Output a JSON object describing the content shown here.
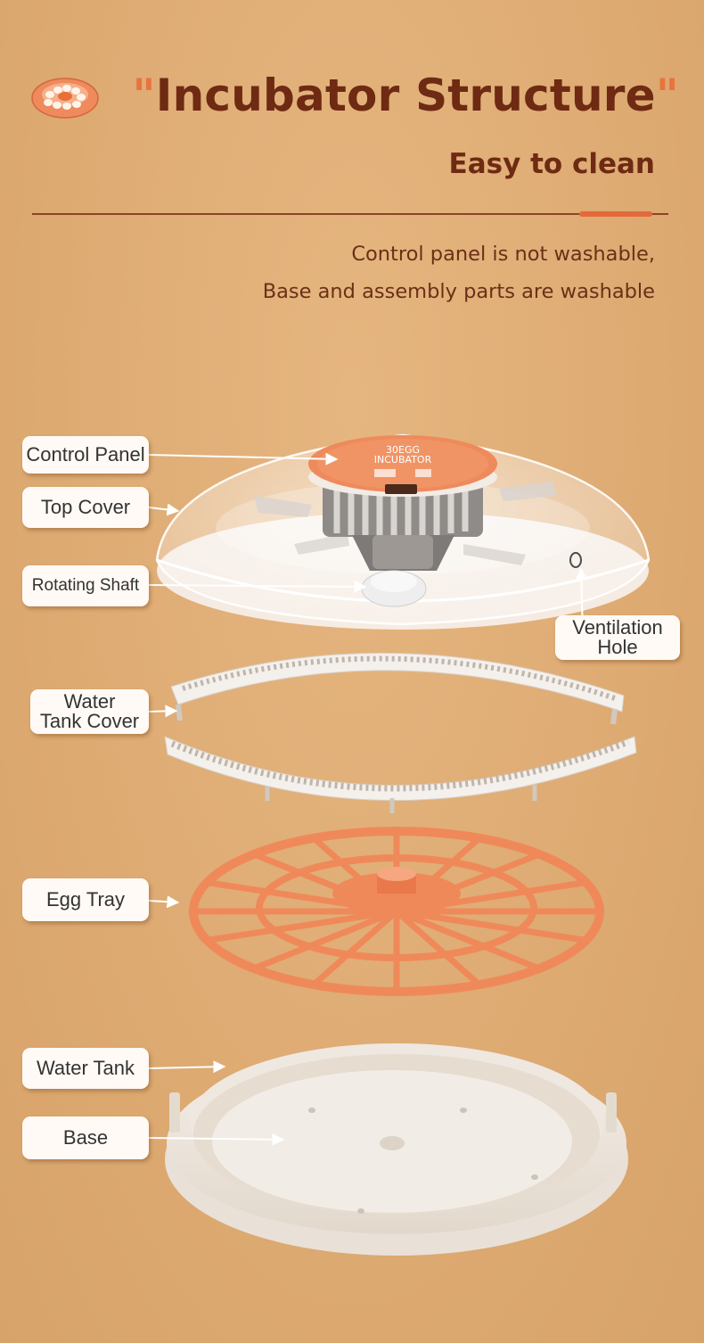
{
  "header": {
    "title_quote_open": "\"",
    "title_text": "Incubator Structure",
    "title_quote_close": "\"",
    "subtitle": "Easy to clean",
    "description_line1": "Control panel is not washable,",
    "description_line2": "Base and assembly parts are washable"
  },
  "product_label": {
    "line1": "30EGG",
    "line2": "INCUBATOR"
  },
  "labels": {
    "control_panel": "Control Panel",
    "top_cover": "Top Cover",
    "rotating_shaft": "Rotating Shaft",
    "ventilation_hole_line1": "Ventilation",
    "ventilation_hole_line2": "Hole",
    "water_tank_cover_line1": "Water",
    "water_tank_cover_line2": "Tank Cover",
    "egg_tray": "Egg Tray",
    "water_tank": "Water Tank",
    "base": "Base"
  },
  "colors": {
    "background": "#dfac74",
    "title_brown": "#6e2a12",
    "accent_orange": "#e9733f",
    "egg_tray_orange": "#f0895a",
    "base_cream": "#eee5da"
  },
  "icons": {
    "brand_logo": "incubator-logo-icon"
  }
}
